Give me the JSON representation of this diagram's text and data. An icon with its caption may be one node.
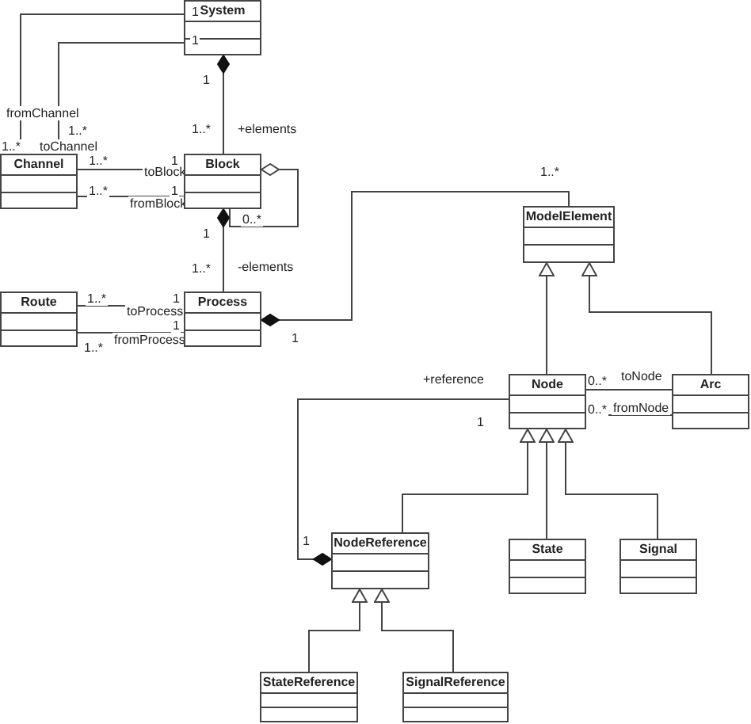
{
  "diagram": {
    "nodes": [
      {
        "text": [
          "System"
        ]
      },
      {
        "text": [
          "Channel"
        ]
      },
      {
        "text": [
          "Block"
        ]
      },
      {
        "text": [
          "Route"
        ]
      },
      {
        "text": [
          "Process"
        ]
      },
      {
        "text": [
          "ModelElement"
        ]
      },
      {
        "text": [
          "Node"
        ]
      },
      {
        "text": [
          "Arc"
        ]
      },
      {
        "text": [
          "NodeReference"
        ]
      },
      {
        "text": [
          "State"
        ]
      },
      {
        "text": [
          "Signal"
        ]
      },
      {
        "text": [
          "StateReference"
        ]
      },
      {
        "text": [
          "SignalReference"
        ]
      }
    ],
    "edges": [
      {
        "from": 0,
        "to": 1,
        "arrow": "none",
        "label": "fromChannel"
      },
      {
        "from": 0,
        "to": 1,
        "arrow": "none",
        "label": "toChannel"
      },
      {
        "from": 0,
        "to": 2,
        "arrow": "other",
        "label": "+elements"
      },
      {
        "from": 1,
        "to": 2,
        "arrow": "none",
        "label": "toBlock"
      },
      {
        "from": 1,
        "to": 2,
        "arrow": "none",
        "label": "fromBlock"
      },
      {
        "from": 2,
        "to": 2,
        "arrow": "other"
      },
      {
        "from": 2,
        "to": 4,
        "arrow": "other",
        "label": "-elements"
      },
      {
        "from": 3,
        "to": 4,
        "arrow": "none",
        "label": "toProcess"
      },
      {
        "from": 3,
        "to": 4,
        "arrow": "none",
        "label": "fromProcess"
      },
      {
        "from": 4,
        "to": 5,
        "arrow": "other"
      },
      {
        "from": 6,
        "to": 5,
        "arrow": "to"
      },
      {
        "from": 7,
        "to": 5,
        "arrow": "to"
      },
      {
        "from": 6,
        "to": 7,
        "arrow": "none",
        "label": "toNode"
      },
      {
        "from": 6,
        "to": 7,
        "arrow": "none",
        "label": "fromNode"
      },
      {
        "from": 8,
        "to": 6,
        "arrow": "other",
        "label": "+reference"
      },
      {
        "from": 8,
        "to": 6,
        "arrow": "to"
      },
      {
        "from": 9,
        "to": 6,
        "arrow": "to"
      },
      {
        "from": 10,
        "to": 6,
        "arrow": "to"
      },
      {
        "from": 11,
        "to": 8,
        "arrow": "to"
      },
      {
        "from": 12,
        "to": 8,
        "arrow": "to"
      }
    ],
    "labels": [
      "1",
      "1",
      "1",
      "1..*",
      "1..*",
      "1..*",
      "1..*",
      "1",
      "1..*",
      "1",
      "0..*",
      "1",
      "1..*",
      "1..*",
      "1",
      "1",
      "1..*",
      "1",
      "1..*",
      "0..*",
      "0..*",
      "1",
      "1"
    ]
  }
}
